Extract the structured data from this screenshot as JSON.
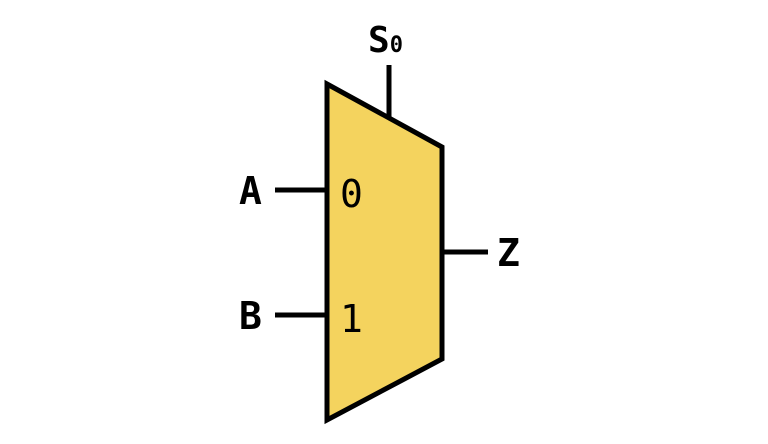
{
  "diagram": {
    "component": "multiplexer",
    "fill_color": "#f4d35e",
    "stroke_color": "#000000",
    "inputs": [
      {
        "label": "A",
        "pin": "0"
      },
      {
        "label": "B",
        "pin": "1"
      }
    ],
    "select": {
      "letter": "S",
      "index": "0"
    },
    "output": {
      "label": "Z"
    }
  }
}
